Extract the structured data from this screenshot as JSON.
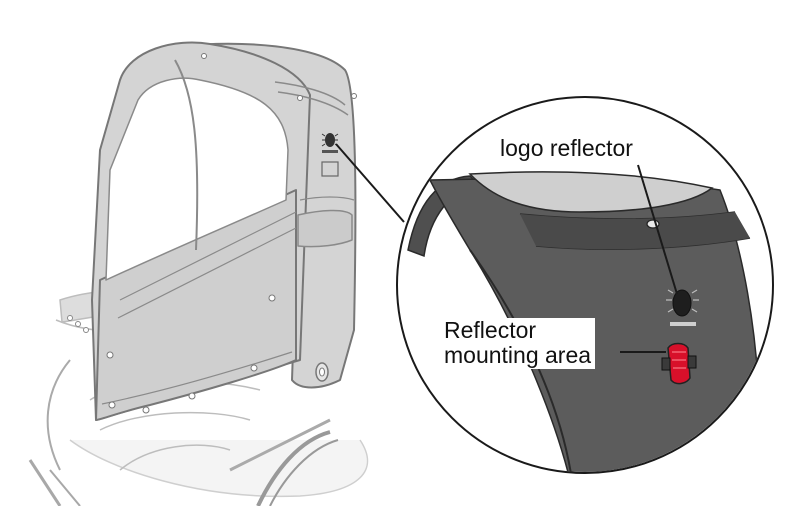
{
  "labels": {
    "logo_reflector": "logo reflector",
    "reflector_line1": "Reflector",
    "reflector_line2": "mounting area"
  },
  "colors": {
    "cover_fill": "#d4d4d4",
    "cover_stroke": "#777777",
    "window_fill": "#ffffff",
    "detail_cover_fill": "#5a5a5a",
    "detail_top_fill": "#cfcfcf",
    "reflector_red": "#d8102a",
    "line": "#1a1a1a"
  },
  "icons": {
    "logo": "logo-reflector-icon",
    "reflector": "red-reflector-icon"
  }
}
